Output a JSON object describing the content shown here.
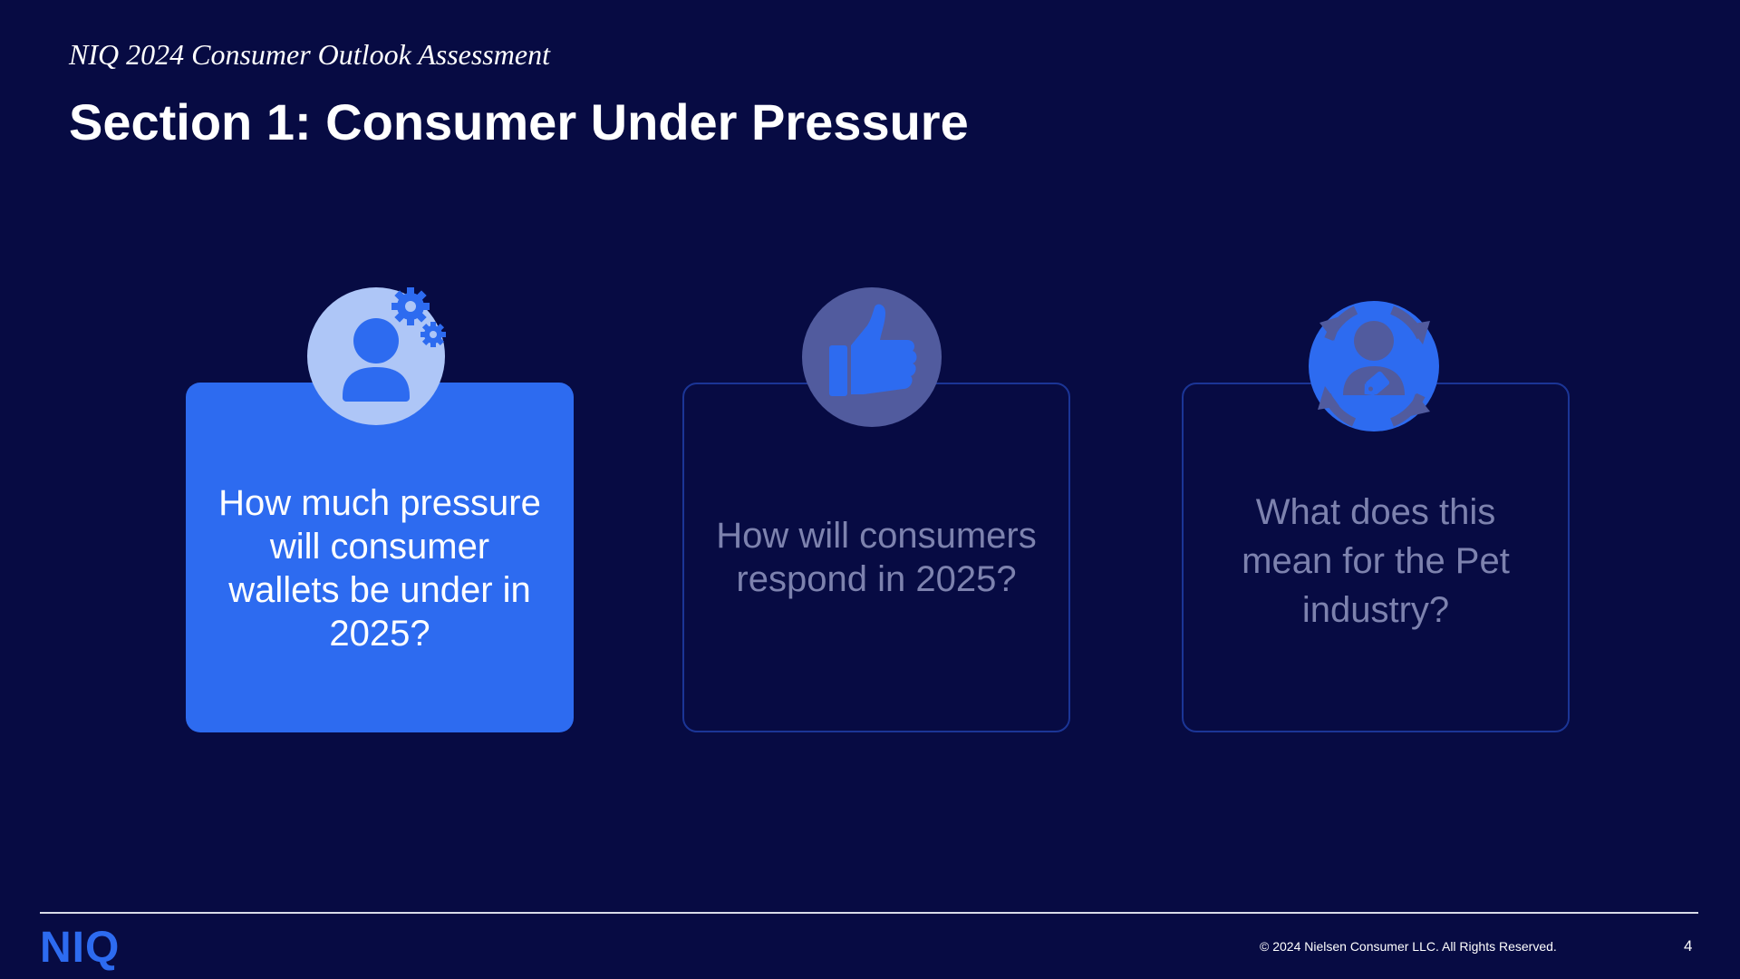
{
  "header": {
    "subtitle": "NIQ 2024 Consumer Outlook Assessment",
    "title": "Section 1: Consumer Under Pressure"
  },
  "cards": [
    {
      "text": "How much pressure will consumer wallets be under in 2025?",
      "icon": "person-gears-icon",
      "state": "active"
    },
    {
      "text": "How will consumers respond in 2025?",
      "icon": "thumbs-up-icon",
      "state": "inactive"
    },
    {
      "text": "What does this mean for the Pet industry?",
      "icon": "person-price-tag-cycle-icon",
      "state": "inactive"
    }
  ],
  "footer": {
    "logo": "NIQ",
    "copyright": "© 2024 Nielsen Consumer LLC. All Rights Reserved.",
    "page_number": "4"
  },
  "colors": {
    "background": "#070b43",
    "accent_blue": "#2d6bf0",
    "icon_circle_light": "#aec6f7",
    "inactive_text": "#7d82ae",
    "inactive_border": "#1b3596"
  }
}
